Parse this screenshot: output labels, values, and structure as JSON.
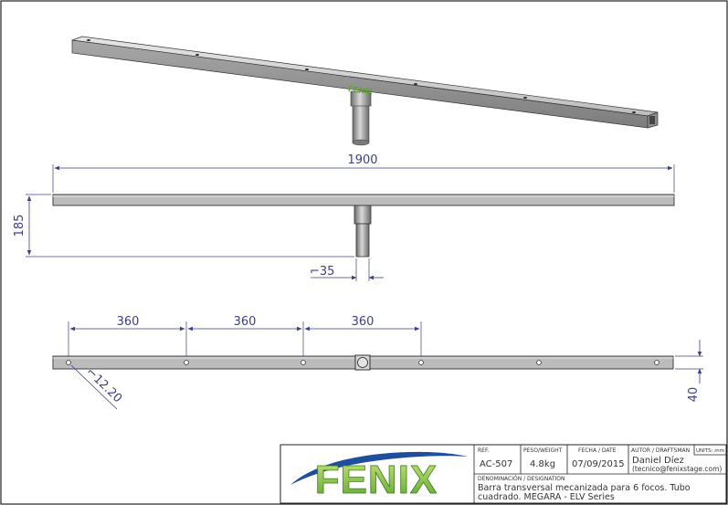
{
  "dimensions": {
    "total_length": "1900",
    "height": "185",
    "tube_diameter": "⌐35",
    "hole_spacing": [
      "360",
      "360",
      "360"
    ],
    "hole_diameter": "⌐12.20",
    "tube_section": "40"
  },
  "title_block": {
    "logo_text": "FENIX",
    "ref_label": "REF.",
    "ref_value": "AC-507",
    "weight_label": "PESO/WEIGHT",
    "weight_value": "4.8kg",
    "date_label": "FECHA / DATE",
    "date_value": "07/09/2015",
    "author_label": "AUTOR / DRAFTSMAN",
    "author_name": "Daniel Díez",
    "author_email": "(tecnico@fenixstage.com)",
    "units_label": "UNITS: mm",
    "designation_label": "DENOMINACIÓN / DESIGNATION",
    "designation_line1": "Barra transversal mecanizada para 6 focos. Tubo",
    "designation_line2": "cuadrado. MEGARA - ELV Series"
  },
  "model_3d": {
    "bar_label": "FENIX"
  },
  "colors": {
    "dimension": "#3b3f8c",
    "logo_green": "#8cc63f",
    "logo_blue": "#1d4f9c",
    "metal": "#b9b9b9"
  }
}
